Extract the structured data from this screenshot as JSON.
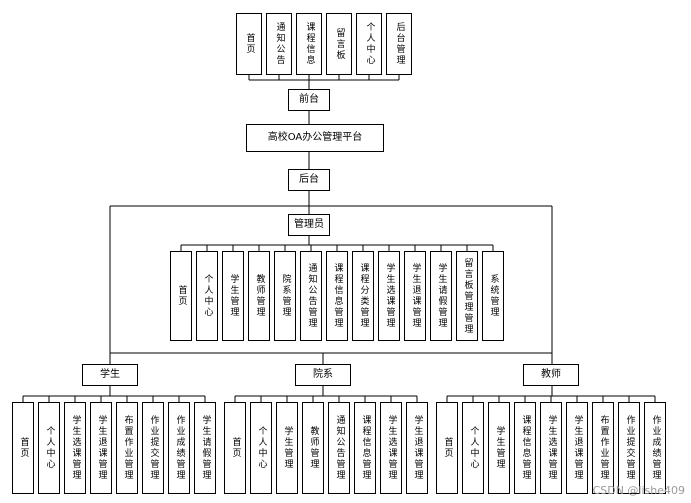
{
  "front_modules": [
    "首页",
    "通知公告",
    "课程信息",
    "留言板",
    "个人中心",
    "后台管理"
  ],
  "front_label": "前台",
  "platform_label": "高校OA办公管理平台",
  "back_label": "后台",
  "admin_label": "管理员",
  "admin_modules": [
    "首页",
    "个人中心",
    "学生管理",
    "教师管理",
    "院系管理",
    "通知公告管理",
    "课程信息管理",
    "课程分类管理",
    "学生选课管理",
    "学生退课管理",
    "学生请假管理",
    "留言板管理管理",
    "系统管理"
  ],
  "roles": [
    {
      "label": "学生",
      "modules": [
        "首页",
        "个人中心",
        "学生选课管理",
        "学生退课管理",
        "布置作业管理",
        "作业提交管理",
        "作业成绩管理",
        "学生请假管理"
      ]
    },
    {
      "label": "院系",
      "modules": [
        "首页",
        "个人中心",
        "学生管理",
        "教师管理",
        "通知公告管理",
        "课程信息管理",
        "学生选课管理",
        "学生退课管理"
      ]
    },
    {
      "label": "教师",
      "modules": [
        "首页",
        "个人中心",
        "学生管理",
        "课程信息管理",
        "学生选课管理",
        "学生退课管理",
        "布置作业管理",
        "作业提交管理",
        "作业成绩管理"
      ]
    }
  ],
  "watermark": "CSDN @lishe409"
}
